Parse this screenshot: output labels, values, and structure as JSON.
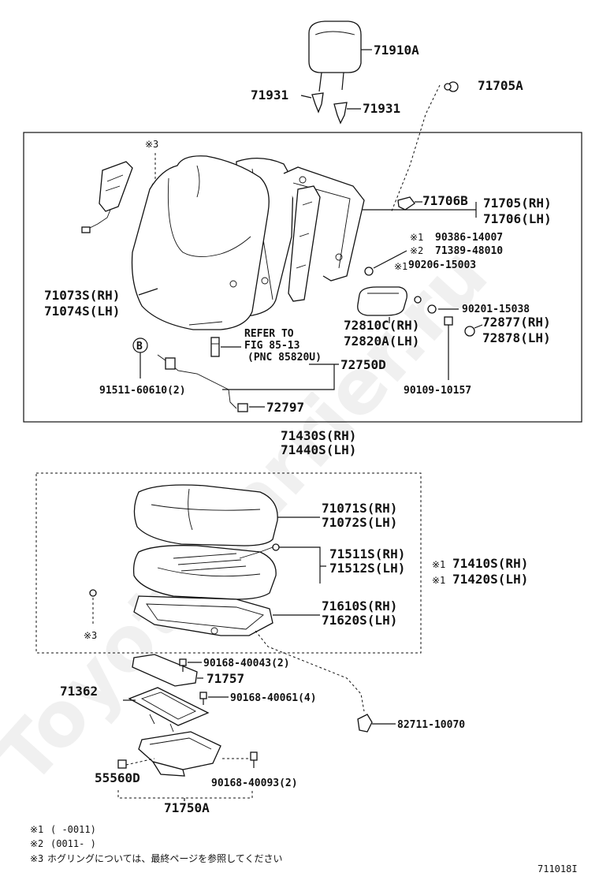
{
  "watermark": "ToyotaCarrier.ru",
  "figure_id": "711018I",
  "seatback": {
    "headrest": "71910A",
    "headrest_guide_left": "71931",
    "headrest_guide_right": "71931",
    "clip_top": "71705A",
    "note3_marker": "※3",
    "hook_part": "71706B",
    "frame_rh": "71705(RH)",
    "frame_lh": "71706(LH)",
    "note1_marker": "※1",
    "note2_marker": "※2",
    "bolt_a": "90386-14007",
    "bolt_b": "71389-48010",
    "note1_marker_b": "※1",
    "bolt_c": "90206-15003",
    "back_rh": "71073S(RH)",
    "back_lh": "71074S(LH)",
    "knob_rh": "72810C(RH)",
    "knob_lh": "72820A(LH)",
    "washer": "90201-15038",
    "cover_rh": "72877(RH)",
    "cover_lh": "72878(LH)",
    "bolt_d": "90109-10157",
    "refer_line1": "REFER TO",
    "refer_line2": "FIG 85-13",
    "refer_line3": "(PNC 85820U)",
    "cable": "72750D",
    "circle_b": "B",
    "screw": "91511-60610(2)",
    "rod": "72797",
    "assy_rh": "71430S(RH)",
    "assy_lh": "71440S(LH)"
  },
  "cushion": {
    "cover_rh": "71071S(RH)",
    "cover_lh": "71072S(LH)",
    "pad_rh": "71511S(RH)",
    "pad_lh": "71512S(LH)",
    "assy_marker_rh": "※1",
    "assy_rh": "71410S(RH)",
    "assy_marker_lh": "※1",
    "assy_lh": "71420S(LH)",
    "frame_rh": "71610S(RH)",
    "frame_lh": "71620S(LH)",
    "note3_marker": "※3"
  },
  "lower": {
    "screw_a": "90168-40043(2)",
    "cover": "71757",
    "bracket": "71362",
    "screw_b": "90168-40061(4)",
    "nut": "82711-10070",
    "tray_part": "55560D",
    "screw_c": "90168-40093(2)",
    "tray_assy": "71750A"
  },
  "notes": [
    {
      "marker": "※1",
      "text": "(      -0011)"
    },
    {
      "marker": "※2",
      "text": "(0011-      )"
    },
    {
      "marker": "※3",
      "text": "ホグリングについては、最終ページを参照してください"
    }
  ]
}
